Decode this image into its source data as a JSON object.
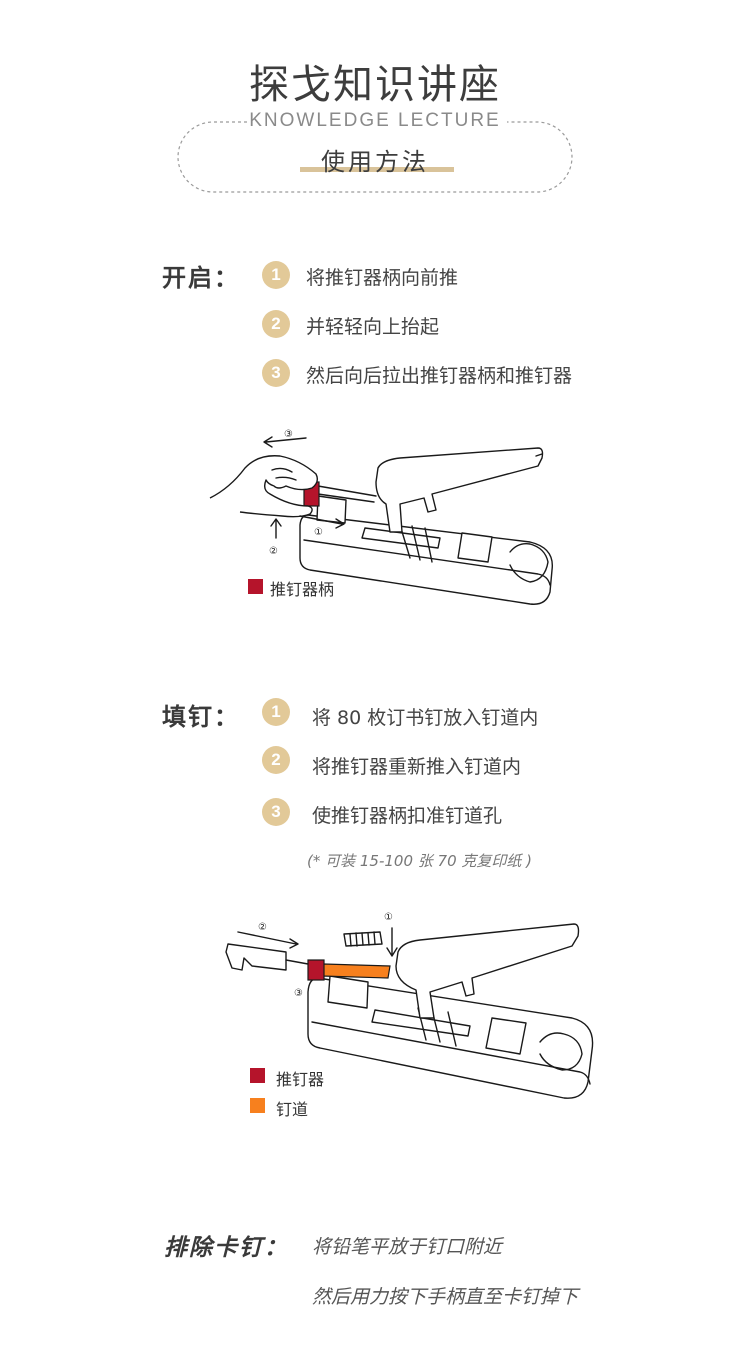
{
  "header": {
    "title": "探戈知识讲座",
    "subtitle_en": "KNOWLEDGE LECTURE",
    "subtitle_cn": "使用方法"
  },
  "open": {
    "label": "开启：",
    "steps": [
      {
        "num": "1",
        "text": "将推钉器柄向前推"
      },
      {
        "num": "2",
        "text": "并轻轻向上抬起"
      },
      {
        "num": "3",
        "text": "然后向后拉出推钉器柄和推钉器"
      }
    ],
    "figure": {
      "markers": [
        "③",
        "①",
        "②"
      ],
      "legend": [
        {
          "label": "推钉器柄",
          "color": "#b5142b"
        }
      ]
    }
  },
  "fill": {
    "label": "填钉：",
    "steps": [
      {
        "num": "1",
        "text": "将 80 枚订书钉放入钉道内"
      },
      {
        "num": "2",
        "text": "将推钉器重新推入钉道内"
      },
      {
        "num": "3",
        "text": "使推钉器柄扣准钉道孔"
      }
    ],
    "note": "(* 可装 15-100 张 70 克复印纸 )",
    "figure": {
      "markers": [
        "②",
        "①",
        "③"
      ],
      "legend": [
        {
          "label": "推钉器",
          "color": "#b5142b"
        },
        {
          "label": "钉道",
          "color": "#f7801e"
        }
      ]
    }
  },
  "clear": {
    "label": "排除卡钉：",
    "lines": [
      "将铅笔平放于钉口附近",
      "然后用力按下手柄直至卡钉掉下"
    ]
  },
  "colors": {
    "accent": "#e2c998",
    "push_handle": "#b5142b",
    "track": "#f7801e"
  }
}
